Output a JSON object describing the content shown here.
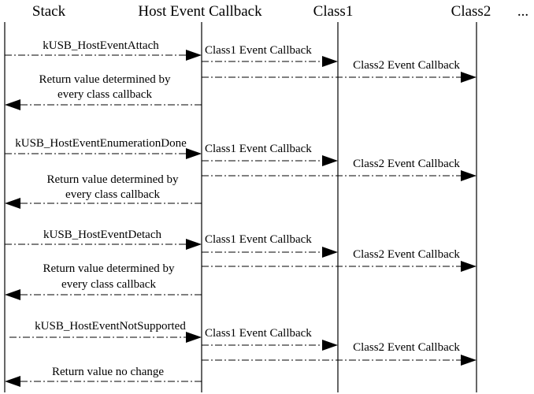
{
  "diagram": {
    "headers": {
      "stack": "Stack",
      "host_callback": "Host Event Callback",
      "class1": "Class1",
      "class2": "Class2",
      "more": "..."
    },
    "blocks": [
      {
        "event": "kUSB_HostEventAttach",
        "class1_label": "Class1 Event Callback",
        "class2_label": "Class2 Event Callback",
        "return_line1": "Return value determined by",
        "return_line2": "every class callback"
      },
      {
        "event": "kUSB_HostEventEnumerationDone",
        "class1_label": "Class1 Event Callback",
        "class2_label": "Class2 Event Callback",
        "return_line1": "Return value determined by",
        "return_line2": "every class callback"
      },
      {
        "event": "kUSB_HostEventDetach",
        "class1_label": "Class1 Event Callback",
        "class2_label": "Class2 Event Callback",
        "return_line1": "Return value determined by",
        "return_line2": "every class callback"
      },
      {
        "event": "kUSB_HostEventNotSupported",
        "class1_label": "Class1 Event Callback",
        "class2_label": "Class2 Event Callback",
        "return_line1": "Return value no change",
        "return_line2": ""
      }
    ]
  }
}
